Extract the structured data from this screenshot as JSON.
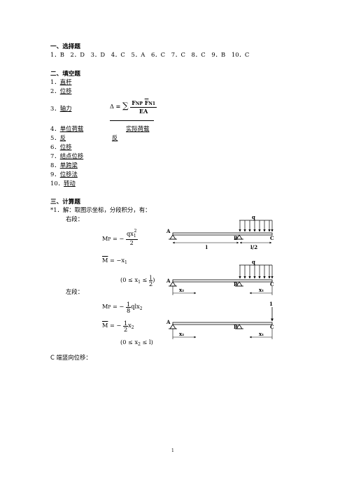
{
  "section1": {
    "title": "一、选择题",
    "answers": [
      "1．B",
      "2．D",
      "3．D",
      "4．C",
      "5．A",
      "6．C",
      "7．C",
      "8．C",
      "9．B",
      "10．C"
    ]
  },
  "section2": {
    "title": "二、填空题",
    "items": [
      {
        "num": "1．",
        "answer": "直杆"
      },
      {
        "num": "2．",
        "answer": "位移"
      },
      {
        "num": "3．",
        "answer": "轴力"
      },
      {
        "num": "4．",
        "answer": "单位荷载",
        "answer2": "实际荷载"
      },
      {
        "num": "5．",
        "answer": "反",
        "answer2": "反"
      },
      {
        "num": "6．",
        "answer": "位移"
      },
      {
        "num": "7．",
        "answer": "结点位移"
      },
      {
        "num": "8．",
        "answer": "单跨梁"
      },
      {
        "num": "9．",
        "answer": "位移法"
      },
      {
        "num": "10．",
        "answer": "转动"
      }
    ],
    "formula": {
      "delta": "Δ",
      "eq": "=",
      "sum": "∑",
      "numerator": "F",
      "num_sub1": "NP",
      "num_bar": "F",
      "num_sub2": "N1",
      "denominator": "EA"
    }
  },
  "section3": {
    "title": "三、计算题",
    "problem": "*1．解：取图示坐标，分段积分，有：",
    "right_label": "右段：",
    "left_label": "左段：",
    "right_mp": {
      "lhs": "M",
      "sub": "P",
      "eq": "= −",
      "num": "qx",
      "num_sub": "1",
      "num_sup": "2",
      "den": "2"
    },
    "right_mbar": {
      "lhs": "M",
      "eq": "= −x",
      "sub": "1"
    },
    "right_range": {
      "open": "(0 ≤ x",
      "sub": "1",
      "mid": " ≤ ",
      "num": "l",
      "den": "2",
      "close": ")"
    },
    "left_mp": {
      "lhs": "M",
      "sub": "P",
      "eq": "= −",
      "num": "1",
      "den": "8",
      "rest": "qlx",
      "rest_sub": "2"
    },
    "left_mbar": {
      "lhs": "M",
      "eq": "= −",
      "num": "1",
      "den": "2",
      "rest": "x",
      "rest_sub": "2"
    },
    "left_range": {
      "open": "(0 ≤ x",
      "sub": "2",
      "close": " ≤ l)"
    },
    "c_disp": "C 端竖向位移："
  },
  "diagrams": {
    "q": "q",
    "A": "A",
    "B": "B",
    "C": "C",
    "l": "l",
    "l2": "l/2",
    "x1": "x₁",
    "x2": "x₂",
    "one": "1"
  },
  "page_number": "1"
}
